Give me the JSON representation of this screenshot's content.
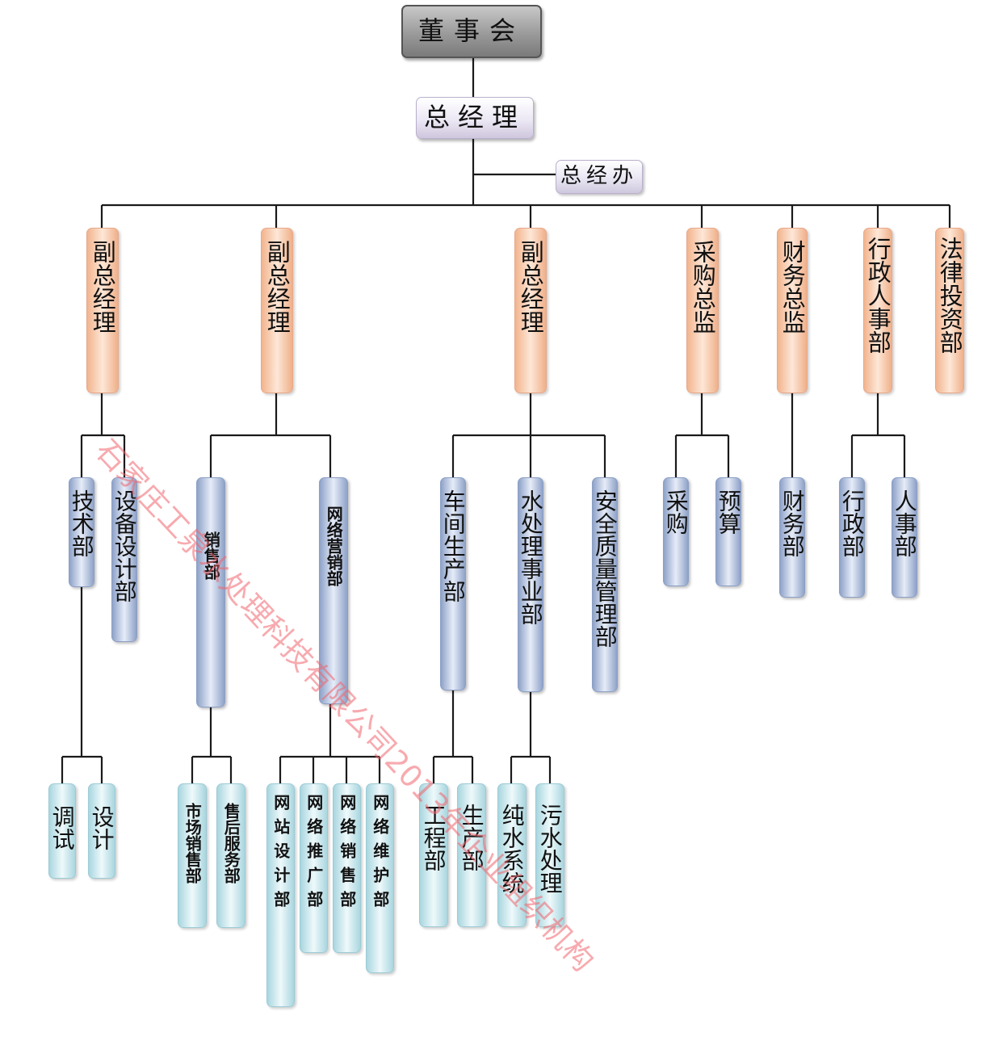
{
  "chart": {
    "board": "董事会",
    "general_manager": "总经理",
    "gm_office": "总经办",
    "top_departments": [
      "副总经理",
      "副总经理",
      "副总经理",
      "采购总监",
      "财务总监",
      "行政人事部",
      "法律投资部"
    ],
    "vp1_children": [
      "技术部",
      "设备设计部"
    ],
    "tech_children": [
      "调试",
      "设计"
    ],
    "vp2_children": [
      "销售部",
      "网络营销部"
    ],
    "sales_children": [
      "市场销售部",
      "售后服务部"
    ],
    "netmkt_children": [
      "网站设计部",
      "网络推广部",
      "网络销售部",
      "网络维护部"
    ],
    "vp3_children": [
      "车间生产部",
      "水处理事业部",
      "安全质量管理部"
    ],
    "workshop_children": [
      "工程部",
      "生产部"
    ],
    "water_children": [
      "纯水系统",
      "污水处理"
    ],
    "purchase_children": [
      "采购",
      "预算"
    ],
    "finance_children": [
      "财务部"
    ],
    "admin_children": [
      "行政部",
      "人事部"
    ]
  },
  "watermark": "石家庄工泉水处理科技有限公司2013年企业组织机构",
  "colors": {
    "connector": "#1a1a1a",
    "orange_box": "#f6c7a6",
    "blue_box": "#b9c6e2",
    "teal_box": "#cde9ee",
    "board_box": "#9a9a9a",
    "gm_box": "#e3dcee",
    "watermark": "#f0646e"
  }
}
